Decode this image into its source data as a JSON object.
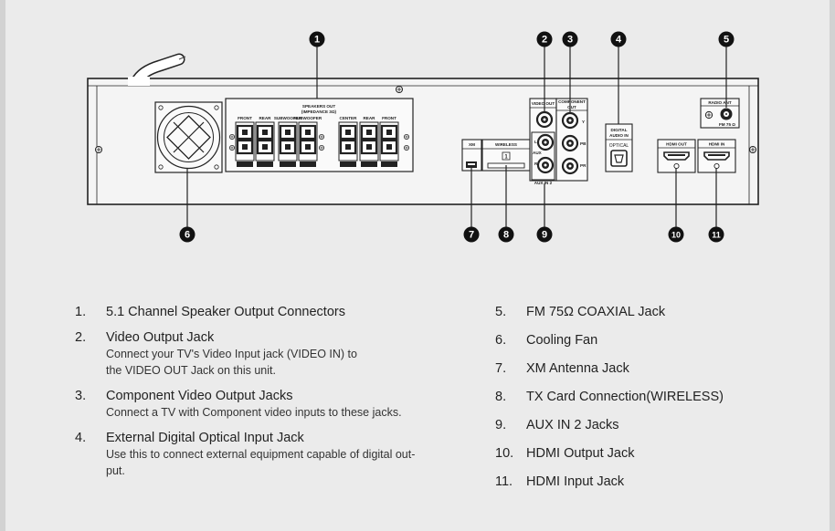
{
  "labels": {
    "speakers_out": "SPEAKERS OUT",
    "impedance": "(IMPEDANCE 3Ω)",
    "front": "FRONT",
    "rear": "REAR",
    "subwoofer": "SUBWOOFER",
    "center": "CENTER",
    "video_out": "VIDEO OUT",
    "component_out": "COMPONENT",
    "component_out2": "OUT",
    "y": "Y",
    "pb": "PB",
    "pr": "PR",
    "aux_l": "L",
    "aux": "AUX",
    "aux_r": "R",
    "aux_in2": "AUX IN 2",
    "xm": "XM",
    "wireless": "WIRELESS",
    "digital": "DIGITAL",
    "audio_in": "AUDIO IN",
    "optical": "OPTICAL",
    "hdmi_out": "HDMI OUT",
    "hdmi_in": "HDMI IN",
    "radio_ant": "RADIO ANT",
    "fm75": "FM 75 Ω"
  },
  "callouts": [
    "1",
    "2",
    "3",
    "4",
    "5",
    "6",
    "7",
    "8",
    "9",
    "10",
    "11"
  ],
  "legend": {
    "left": [
      {
        "num": "1.",
        "title": "5.1 Channel Speaker Output Connectors",
        "desc": []
      },
      {
        "num": "2.",
        "title": "Video Output Jack",
        "desc": [
          "Connect your TV's Video Input jack (VIDEO IN) to",
          "the VIDEO OUT Jack on this unit."
        ]
      },
      {
        "num": "3.",
        "title": "Component Video Output Jacks",
        "desc": [
          "Connect a TV with Component video inputs to these jacks."
        ]
      },
      {
        "num": "4.",
        "title": "External Digital Optical Input Jack",
        "desc": [
          "Use this to connect external equipment capable of digital out-",
          "put."
        ]
      }
    ],
    "right": [
      {
        "num": "5.",
        "title": "FM 75Ω COAXIAL Jack"
      },
      {
        "num": "6.",
        "title": "Cooling Fan"
      },
      {
        "num": "7.",
        "title": "XM Antenna Jack"
      },
      {
        "num": "8.",
        "title": "TX Card Connection(WIRELESS)"
      },
      {
        "num": "9.",
        "title": "AUX IN 2 Jacks"
      },
      {
        "num": "10.",
        "title": "HDMI Output Jack"
      },
      {
        "num": "11.",
        "title": "HDMI Input Jack"
      }
    ]
  }
}
